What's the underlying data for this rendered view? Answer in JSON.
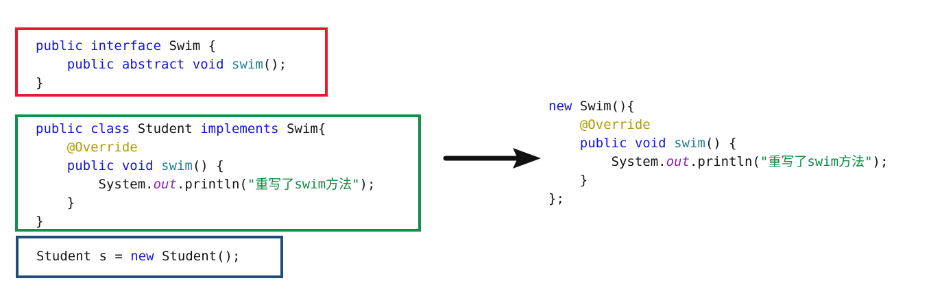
{
  "colors": {
    "keyword": "#1414DC",
    "method": "#1F7F96",
    "annotation": "#B09A00",
    "string": "#0B8A40",
    "field": "#8B1FAE",
    "plain": "#121212",
    "box_red": "#E8192D",
    "box_green": "#12914C",
    "box_blue": "#1E4E79",
    "arrow": "#111111"
  },
  "boxes": {
    "interface": {
      "name": "Swim interface definition",
      "border": "red",
      "lines": [
        [
          {
            "t": "public interface",
            "c": "k"
          },
          {
            "t": " Swim {",
            "c": "p"
          }
        ],
        [
          {
            "t": "    ",
            "c": "p"
          },
          {
            "t": "public abstract void",
            "c": "k"
          },
          {
            "t": " ",
            "c": "p"
          },
          {
            "t": "swim",
            "c": "m"
          },
          {
            "t": "();",
            "c": "p"
          }
        ],
        [
          {
            "t": "}",
            "c": "p"
          }
        ]
      ]
    },
    "student_class": {
      "name": "Student class implementing Swim",
      "border": "green",
      "lines": [
        [
          {
            "t": "public class",
            "c": "k"
          },
          {
            "t": " Student ",
            "c": "p"
          },
          {
            "t": "implements",
            "c": "k"
          },
          {
            "t": " Swim{",
            "c": "p"
          }
        ],
        [
          {
            "t": "    ",
            "c": "p"
          },
          {
            "t": "@Override",
            "c": "a"
          }
        ],
        [
          {
            "t": "    ",
            "c": "p"
          },
          {
            "t": "public void",
            "c": "k"
          },
          {
            "t": " ",
            "c": "p"
          },
          {
            "t": "swim",
            "c": "m"
          },
          {
            "t": "() {",
            "c": "p"
          }
        ],
        [
          {
            "t": "        System.",
            "c": "p"
          },
          {
            "t": "out",
            "c": "f"
          },
          {
            "t": ".println(",
            "c": "p"
          },
          {
            "t": "\"重写了swim方法\"",
            "c": "s"
          },
          {
            "t": ");",
            "c": "p"
          }
        ],
        [
          {
            "t": "    }",
            "c": "p"
          }
        ],
        [
          {
            "t": "}",
            "c": "p"
          }
        ]
      ]
    },
    "instantiation": {
      "name": "Student instantiation statement",
      "border": "navy",
      "lines": [
        [
          {
            "t": "Student s = ",
            "c": "p"
          },
          {
            "t": "new",
            "c": "k"
          },
          {
            "t": " Student();",
            "c": "p"
          }
        ]
      ]
    }
  },
  "anonymous": {
    "name": "anonymous inner class equivalent",
    "lines": [
      [
        {
          "t": "new",
          "c": "k"
        },
        {
          "t": " Swim(){",
          "c": "p"
        }
      ],
      [
        {
          "t": "    ",
          "c": "p"
        },
        {
          "t": "@Override",
          "c": "a"
        }
      ],
      [
        {
          "t": "    ",
          "c": "p"
        },
        {
          "t": "public void",
          "c": "k"
        },
        {
          "t": " ",
          "c": "p"
        },
        {
          "t": "swim",
          "c": "m"
        },
        {
          "t": "() {",
          "c": "p"
        }
      ],
      [
        {
          "t": "        System.",
          "c": "p"
        },
        {
          "t": "out",
          "c": "f"
        },
        {
          "t": ".println(",
          "c": "p"
        },
        {
          "t": "\"重写了swim方法\"",
          "c": "s"
        },
        {
          "t": ");",
          "c": "p"
        }
      ],
      [
        {
          "t": "    }",
          "c": "p"
        }
      ],
      [
        {
          "t": "};",
          "c": "p"
        }
      ]
    ]
  },
  "arrow": {
    "direction": "right"
  }
}
